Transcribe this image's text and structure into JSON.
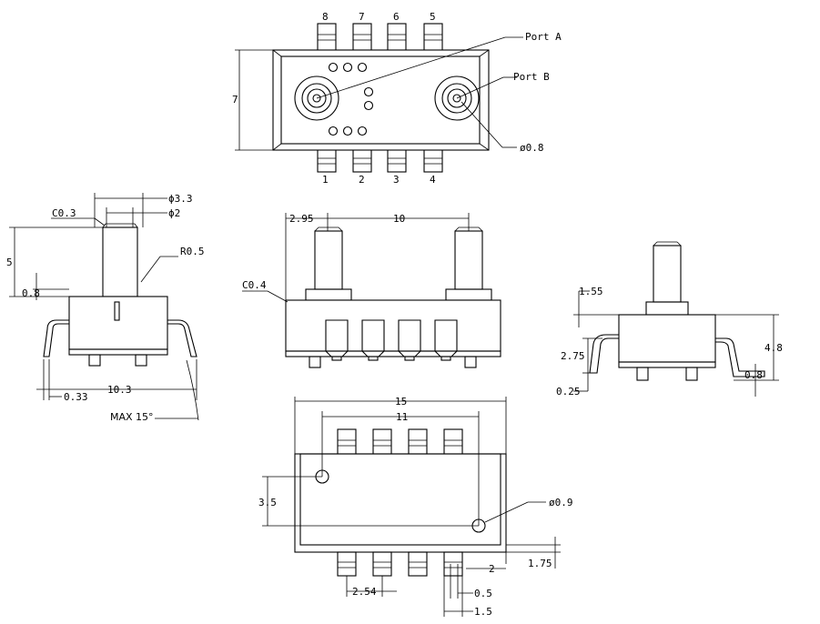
{
  "top_view": {
    "pins_top": [
      "8",
      "7",
      "6",
      "5"
    ],
    "pins_bottom": [
      "1",
      "2",
      "3",
      "4"
    ],
    "height": "7",
    "port_a": "Port A",
    "port_b": "Port B",
    "hole": "ø0.8"
  },
  "side_view": {
    "port_od": "ϕ3.3",
    "port_id": "ϕ2",
    "chamfer": "C0.3",
    "radius": "R0.5",
    "port_height": "5",
    "shoulder": "0.8",
    "lead_span": "10.3",
    "lead_thk": "0.33",
    "max_angle": "MAX 15°"
  },
  "front_view": {
    "offset": "2.95",
    "pitch": "10",
    "chamfer": "C0.4"
  },
  "right_view": {
    "d1": "1.55",
    "d2": "2.75",
    "d3": "0.25",
    "d4": "4.8",
    "d5": "0.8"
  },
  "bottom_view": {
    "width": "15",
    "inner": "11",
    "height": "3.5",
    "hole": "ø0.9",
    "margin": "2",
    "edge": "1.75",
    "pitch": "2.54",
    "lead_w": "0.5",
    "lead_span": "1.5"
  }
}
